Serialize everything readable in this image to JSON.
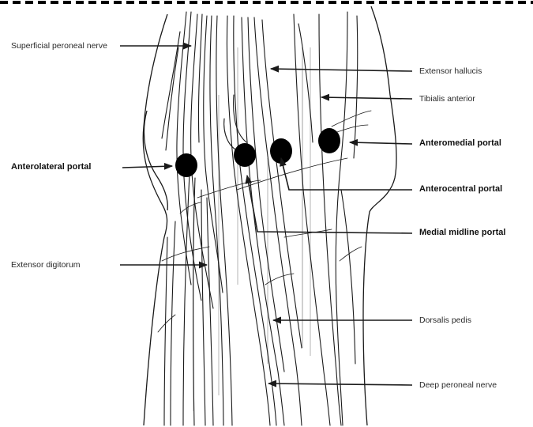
{
  "labels": {
    "superficial_peroneal_nerve": "Superficial peroneal nerve",
    "extensor_hallucis": "Extensor hallucis",
    "tibialis_anterior": "Tibialis anterior",
    "anteromedial_portal": "Anteromedial portal",
    "anterolateral_portal": "Anterolateral portal",
    "anterocentral_portal": "Anterocentral portal",
    "medial_midline_portal": "Medial midline portal",
    "extensor_digitorum": "Extensor digitorum",
    "dorsalis_pedis": "Dorsalis pedis",
    "deep_peroneal_nerve": "Deep peroneal nerve"
  },
  "colors": {
    "ink": "#1a1a1a",
    "portal_fill": "#000000",
    "border_dash": "#000000"
  }
}
